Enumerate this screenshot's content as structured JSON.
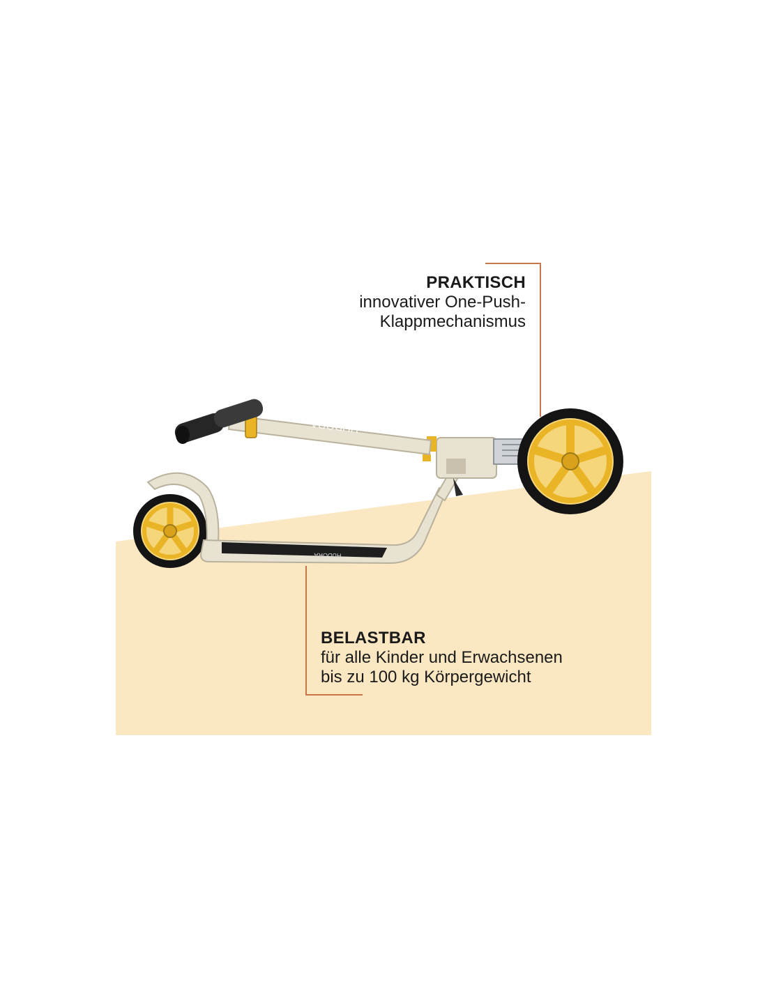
{
  "colors": {
    "background": "#ffffff",
    "panel": "#fbe8c2",
    "leader_line": "#c8774a",
    "frame": "#e8e2d3",
    "frame_dark": "#c9c1ad",
    "tire": "#141414",
    "wheel_hub": "#eab427",
    "deck_grip": "#1e1e1e",
    "grip": "#262626"
  },
  "callouts": {
    "top": {
      "title": "PRAKTISCH",
      "line1": "innovativer One-Push-",
      "line2": "Klappmechanismus"
    },
    "bottom": {
      "title": "BELASTBAR",
      "line1": "für alle Kinder und Erwachsenen",
      "line2": "bis zu 100 kg Körpergewicht"
    }
  },
  "product": {
    "deck_brand": "HUDORA",
    "stem_brand": "HUDORA"
  }
}
